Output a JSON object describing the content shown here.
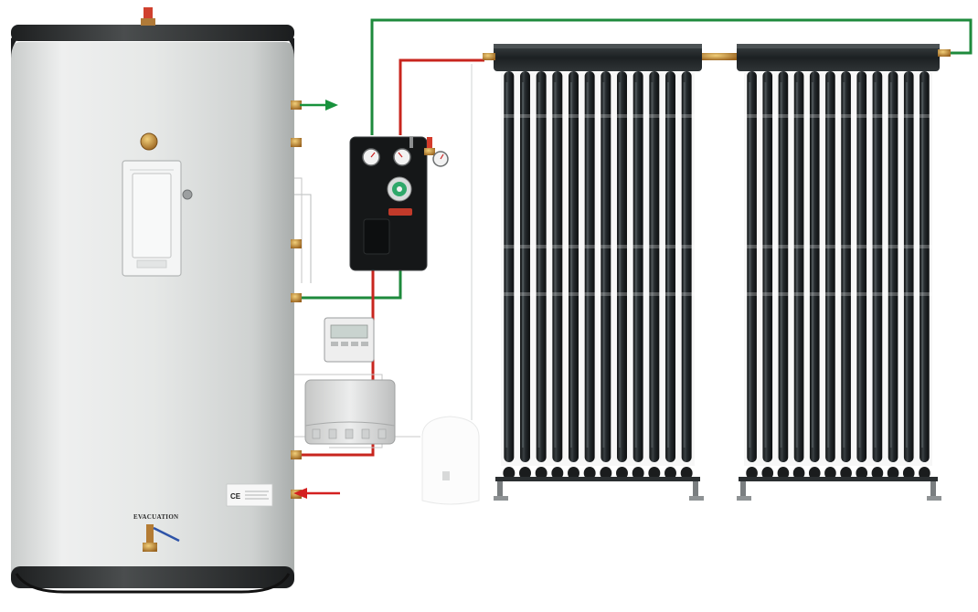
{
  "tank": {
    "evacuation_label": "EVACUATION",
    "ce_mark": "CE"
  },
  "collectors": {
    "tubes_per_panel": 12,
    "panel_count": 2
  },
  "flow_arrows": {
    "outlet_color": "#18923c",
    "inlet_color": "#d42020"
  },
  "colors": {
    "hot_pipe": "#c8251e",
    "return_pipe": "#1e8a3c",
    "tank_body": "#e2e4e3",
    "tank_cap": "#2e3031",
    "tube_dark": "#1f2325",
    "brass": "#c48a3a"
  }
}
